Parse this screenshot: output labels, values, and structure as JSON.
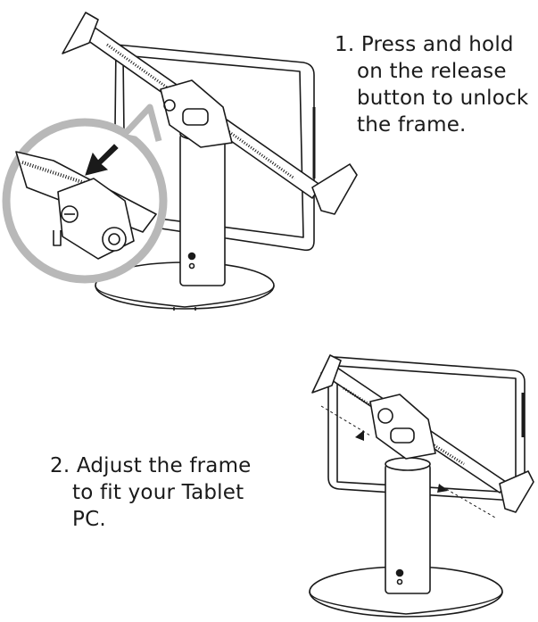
{
  "steps": [
    {
      "number": "1.",
      "lines": [
        "1. Press and hold",
        "on the release",
        "button to unlock",
        "the frame."
      ]
    },
    {
      "number": "2.",
      "lines": [
        "2. Adjust the frame",
        "to fit your Tablet",
        "PC."
      ]
    }
  ],
  "illustrations": [
    {
      "name": "tablet-stand-release-button-illustration",
      "shows": "press-arrow-icon"
    },
    {
      "name": "tablet-stand-adjust-frame-illustration",
      "shows": "adjust-arrows-icon"
    }
  ],
  "colors": {
    "line": "#1a1a1a",
    "fill": "#ffffff",
    "shade": "#9a9a9a",
    "zoom-ring": "#b8b8b8"
  }
}
